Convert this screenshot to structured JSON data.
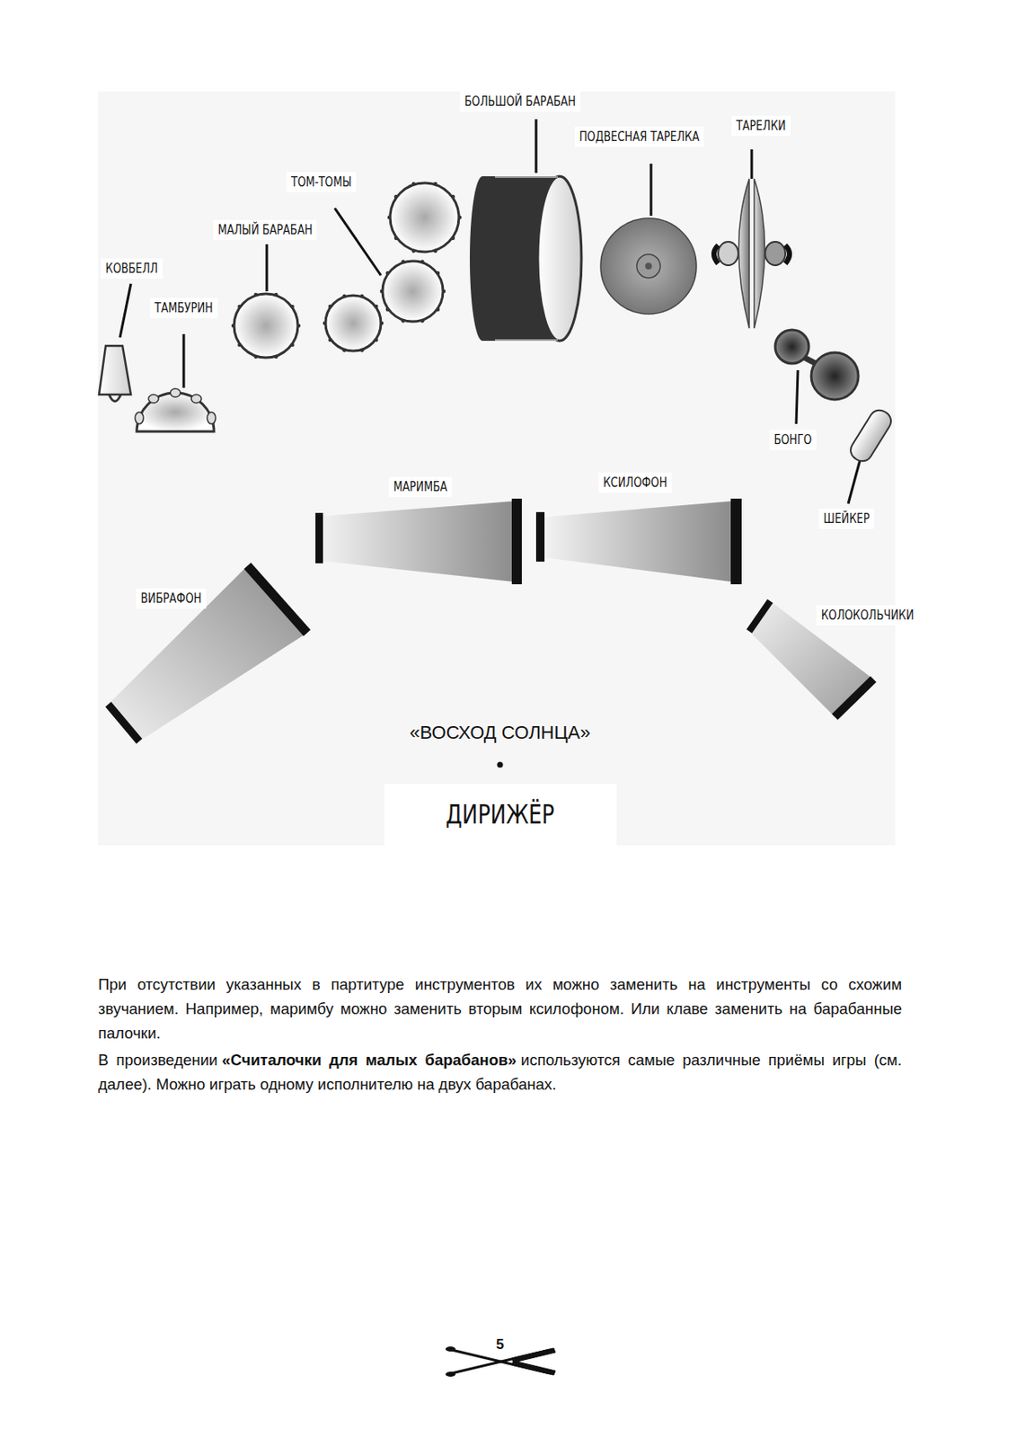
{
  "diagram": {
    "nodes": [
      {
        "text": [
          "ДИРИЖЁР"
        ]
      }
    ],
    "labels": [
      "БОЛЬШОЙ БАРАБАН",
      "ПОДВЕСНАЯ ТАРЕЛКА",
      "ТАРЕЛКИ",
      "ТОМ-ТОМЫ",
      "МАЛЫЙ БАРАБАН",
      "КОВБЕЛЛ",
      "ТАМБУРИН",
      "БОНГО",
      "ШЕЙКЕР",
      "МАРИМБА",
      "КСИЛОФОН",
      "ВИБРАФОН",
      "КОЛОКОЛЬЧИКИ",
      "«ВОСХОД СОЛНЦА»",
      "При отсутствии указанных в партитуре инструментов их можно заменить на инструменты со схожим звучанием. Например, маримбу можно заменить вторым ксилофоном. Или клаве заменить на барабанные палочки.",
      "В произведении",
      "«Считалочки для малых барабанов»",
      "используются самые различные приёмы игры (см. далее). Можно играть одному исполнителю на двух барабанах.",
      "5"
    ]
  }
}
